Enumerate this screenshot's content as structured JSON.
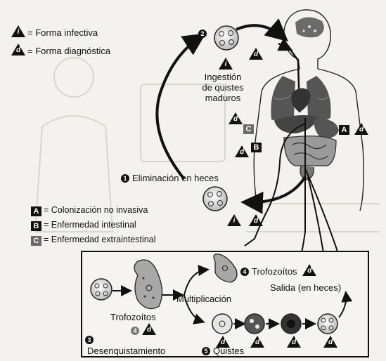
{
  "legend_forms": {
    "infective_symbol": "i",
    "infective_label": "= Forma infectiva",
    "diagnostic_symbol": "d",
    "diagnostic_label": "= Forma diagnóstica"
  },
  "legend_outcomes": [
    {
      "key": "A",
      "label": "= Colonización no invasiva"
    },
    {
      "key": "B",
      "label": "= Enfermedad intestinal"
    },
    {
      "key": "C",
      "label": "= Enfermedad extraintestinal"
    }
  ],
  "steps": {
    "step2_number": "2",
    "ingestion_line1": "Ingestión",
    "ingestion_line2": "de quistes",
    "ingestion_line3": "maduros",
    "step1_number": "1",
    "elimination": "Eliminación en heces",
    "body_A": "A",
    "body_B": "B",
    "body_C": "C"
  },
  "inset": {
    "trofozoitos_top_number": "4",
    "trofozoitos_top": "Trofozoítos",
    "salida": "Salida (en heces)",
    "multiplicacion": "Multiplicación",
    "trofozoitos_bottom": "Trofozoítos",
    "trofozoitos_bottom_number": "4",
    "step3_number": "3",
    "desenquistamiento": "Desenquistamiento",
    "step5_number": "5",
    "quistes": "Quistes"
  },
  "colors": {
    "ink": "#111111",
    "gray_badge": "#6a6a6a",
    "organ_dark": "#555555",
    "background": "#f3f2ee"
  }
}
